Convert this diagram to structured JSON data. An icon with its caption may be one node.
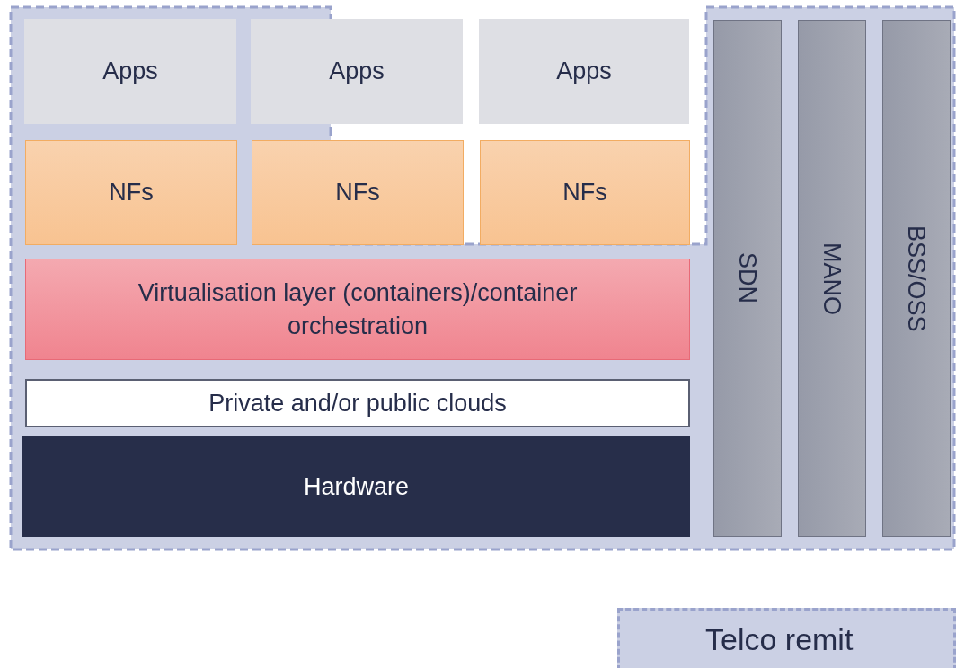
{
  "diagram": {
    "nodes": [
      {
        "text": [
          "Apps"
        ]
      },
      {
        "text": [
          "Apps"
        ]
      },
      {
        "text": [
          "Apps"
        ]
      },
      {
        "text": [
          "NFs"
        ]
      },
      {
        "text": [
          "NFs"
        ]
      },
      {
        "text": [
          "NFs"
        ]
      },
      {
        "text": [
          "Virtualisation layer (containers)/container orchestration"
        ]
      },
      {
        "text": [
          "Private and/or public clouds"
        ]
      },
      {
        "text": [
          "Hardware"
        ]
      },
      {
        "text": [
          "SDN"
        ]
      },
      {
        "text": [
          "MANO"
        ]
      },
      {
        "text": [
          "BSS/OSS"
        ]
      }
    ],
    "legend": [
      {
        "text": "Telco remit",
        "color": "#cbd0e4"
      }
    ]
  }
}
